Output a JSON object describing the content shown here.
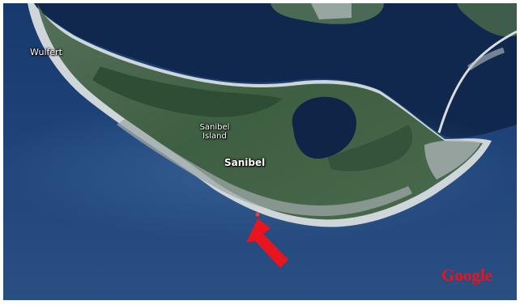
{
  "map": {
    "view": "satellite",
    "places": {
      "wulfert": "Wulfert",
      "sanibel_island": "Sanibel Island",
      "sanibel": "Sanibel"
    },
    "brand": "Google",
    "marker": {
      "shape": "arrow",
      "color": "#e8141e",
      "points_to": "Sanibel beach"
    },
    "colors": {
      "ocean": "#1e3c6a",
      "bay": "#122b52",
      "land": "#3a5c3e",
      "beach": "#d7dde0",
      "brand": "#e8141e"
    }
  }
}
